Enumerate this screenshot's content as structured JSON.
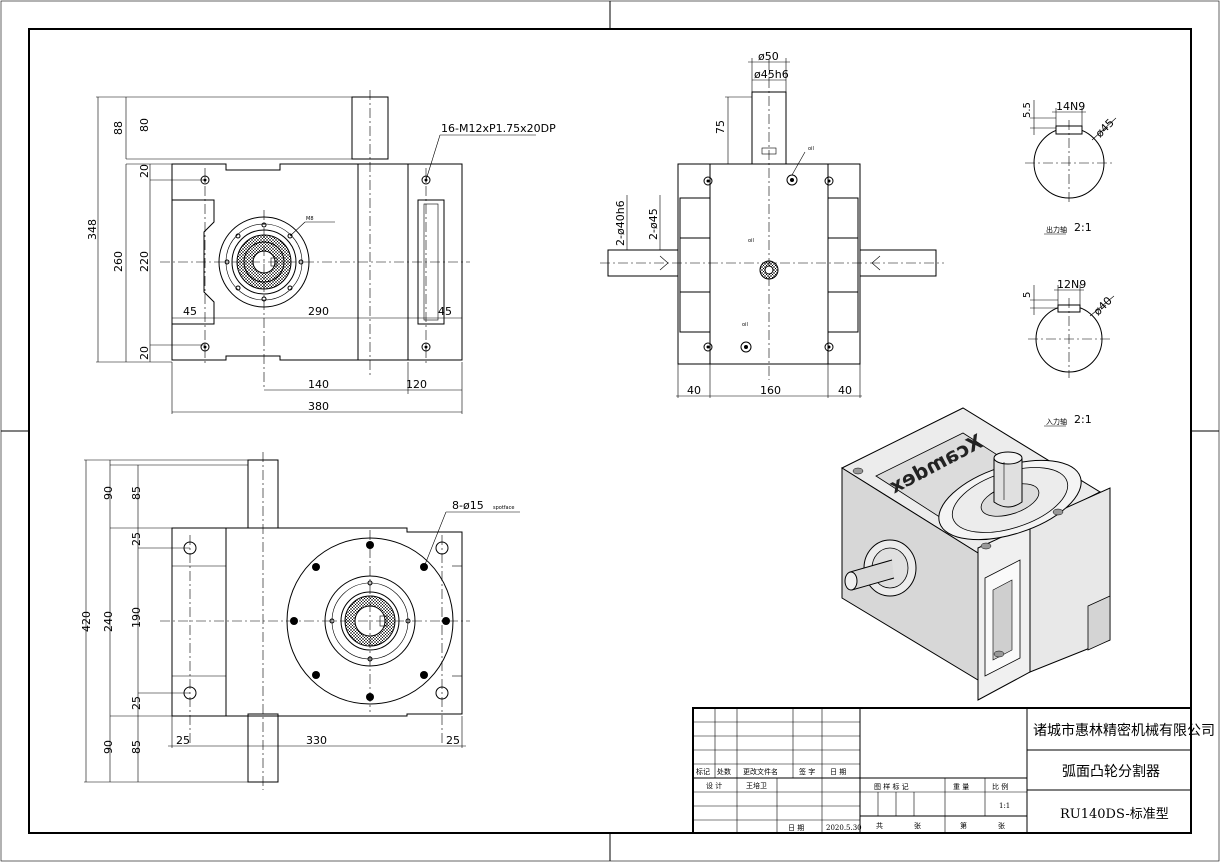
{
  "views": {
    "front": {
      "thread_note": "16-M12xP1.75x20DP",
      "dims": {
        "d88": "88",
        "d80": "80",
        "d348": "348",
        "d20a": "20",
        "d260": "260",
        "d220": "220",
        "d20b": "20",
        "d45a": "45",
        "d290": "290",
        "d45b": "45",
        "d140": "140",
        "d120": "120",
        "d380": "380"
      }
    },
    "side": {
      "dims": {
        "d50": "ø50",
        "d45h6": "ø45h6",
        "d75": "75",
        "d40h6": "2-ø40h6",
        "d45": "2-ø45",
        "d40a": "40",
        "d160": "160",
        "d40b": "40"
      }
    },
    "top": {
      "hole_note": "8-ø15",
      "dims": {
        "d90a": "90",
        "d85a": "85",
        "d25a": "25",
        "d420": "420",
        "d240": "240",
        "d190": "190",
        "d25b": "25",
        "d90b": "90",
        "d85b": "85",
        "d25c": "25",
        "d330": "330",
        "d25d": "25"
      }
    },
    "keyways": {
      "out": {
        "d55": "5.5",
        "key": "14N9",
        "dia": "ø45",
        "label": "2:1"
      },
      "in": {
        "d5": "5",
        "key": "12N9",
        "dia": "ø40",
        "label": "2:1"
      }
    }
  },
  "title_block": {
    "company": "诸城市惠林精密机械有限公司",
    "product": "弧面凸轮分割器",
    "model": "RU140DS-标准型",
    "rev_headers": [
      "标记",
      "处数",
      "更改文件名",
      "签 字",
      "日 期"
    ],
    "design_label": "设 计",
    "designer": "王培卫",
    "date_label": "日 期",
    "date": "2020.5.30",
    "sample_label": "图 样 标 记",
    "weight_label": "重 量",
    "scale_label": "比 例",
    "scale": "1:1",
    "total_label": "共",
    "sheet_unit": "张",
    "sheet_label": "第",
    "sheet_unit2": "张"
  },
  "iso": {
    "logo": "Xcamdex"
  }
}
